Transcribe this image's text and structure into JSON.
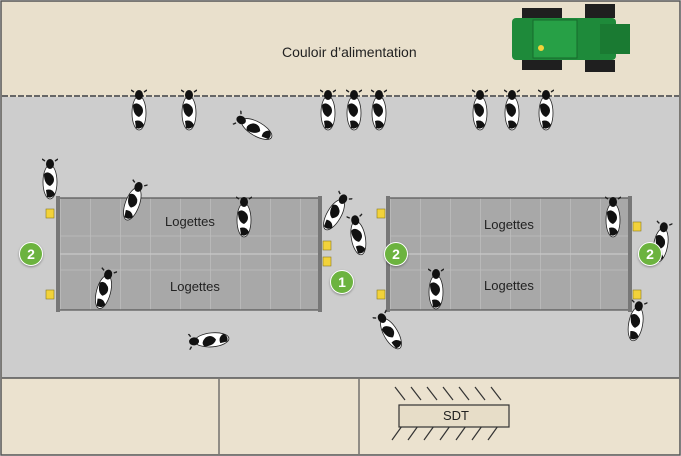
{
  "feeding_alley_label": "Couloir d’alimentation",
  "stall_labels": {
    "left_top": "Logettes",
    "left_bottom": "Logettes",
    "right_top": "Logettes",
    "right_bottom": "Logettes"
  },
  "sdt_label": "SDT",
  "badges": {
    "b1": "1",
    "b2a": "2",
    "b2b": "2",
    "b2c": "2"
  },
  "icons": [
    "tractor-icon",
    "cow-icon",
    "water-trough-icon"
  ],
  "colors": {
    "alley": "#e9e0cc",
    "floor": "#cfcfcf",
    "stall_block": "#a9a9a9",
    "badge": "#6cb33f",
    "tractor": "#1e8a3a"
  }
}
